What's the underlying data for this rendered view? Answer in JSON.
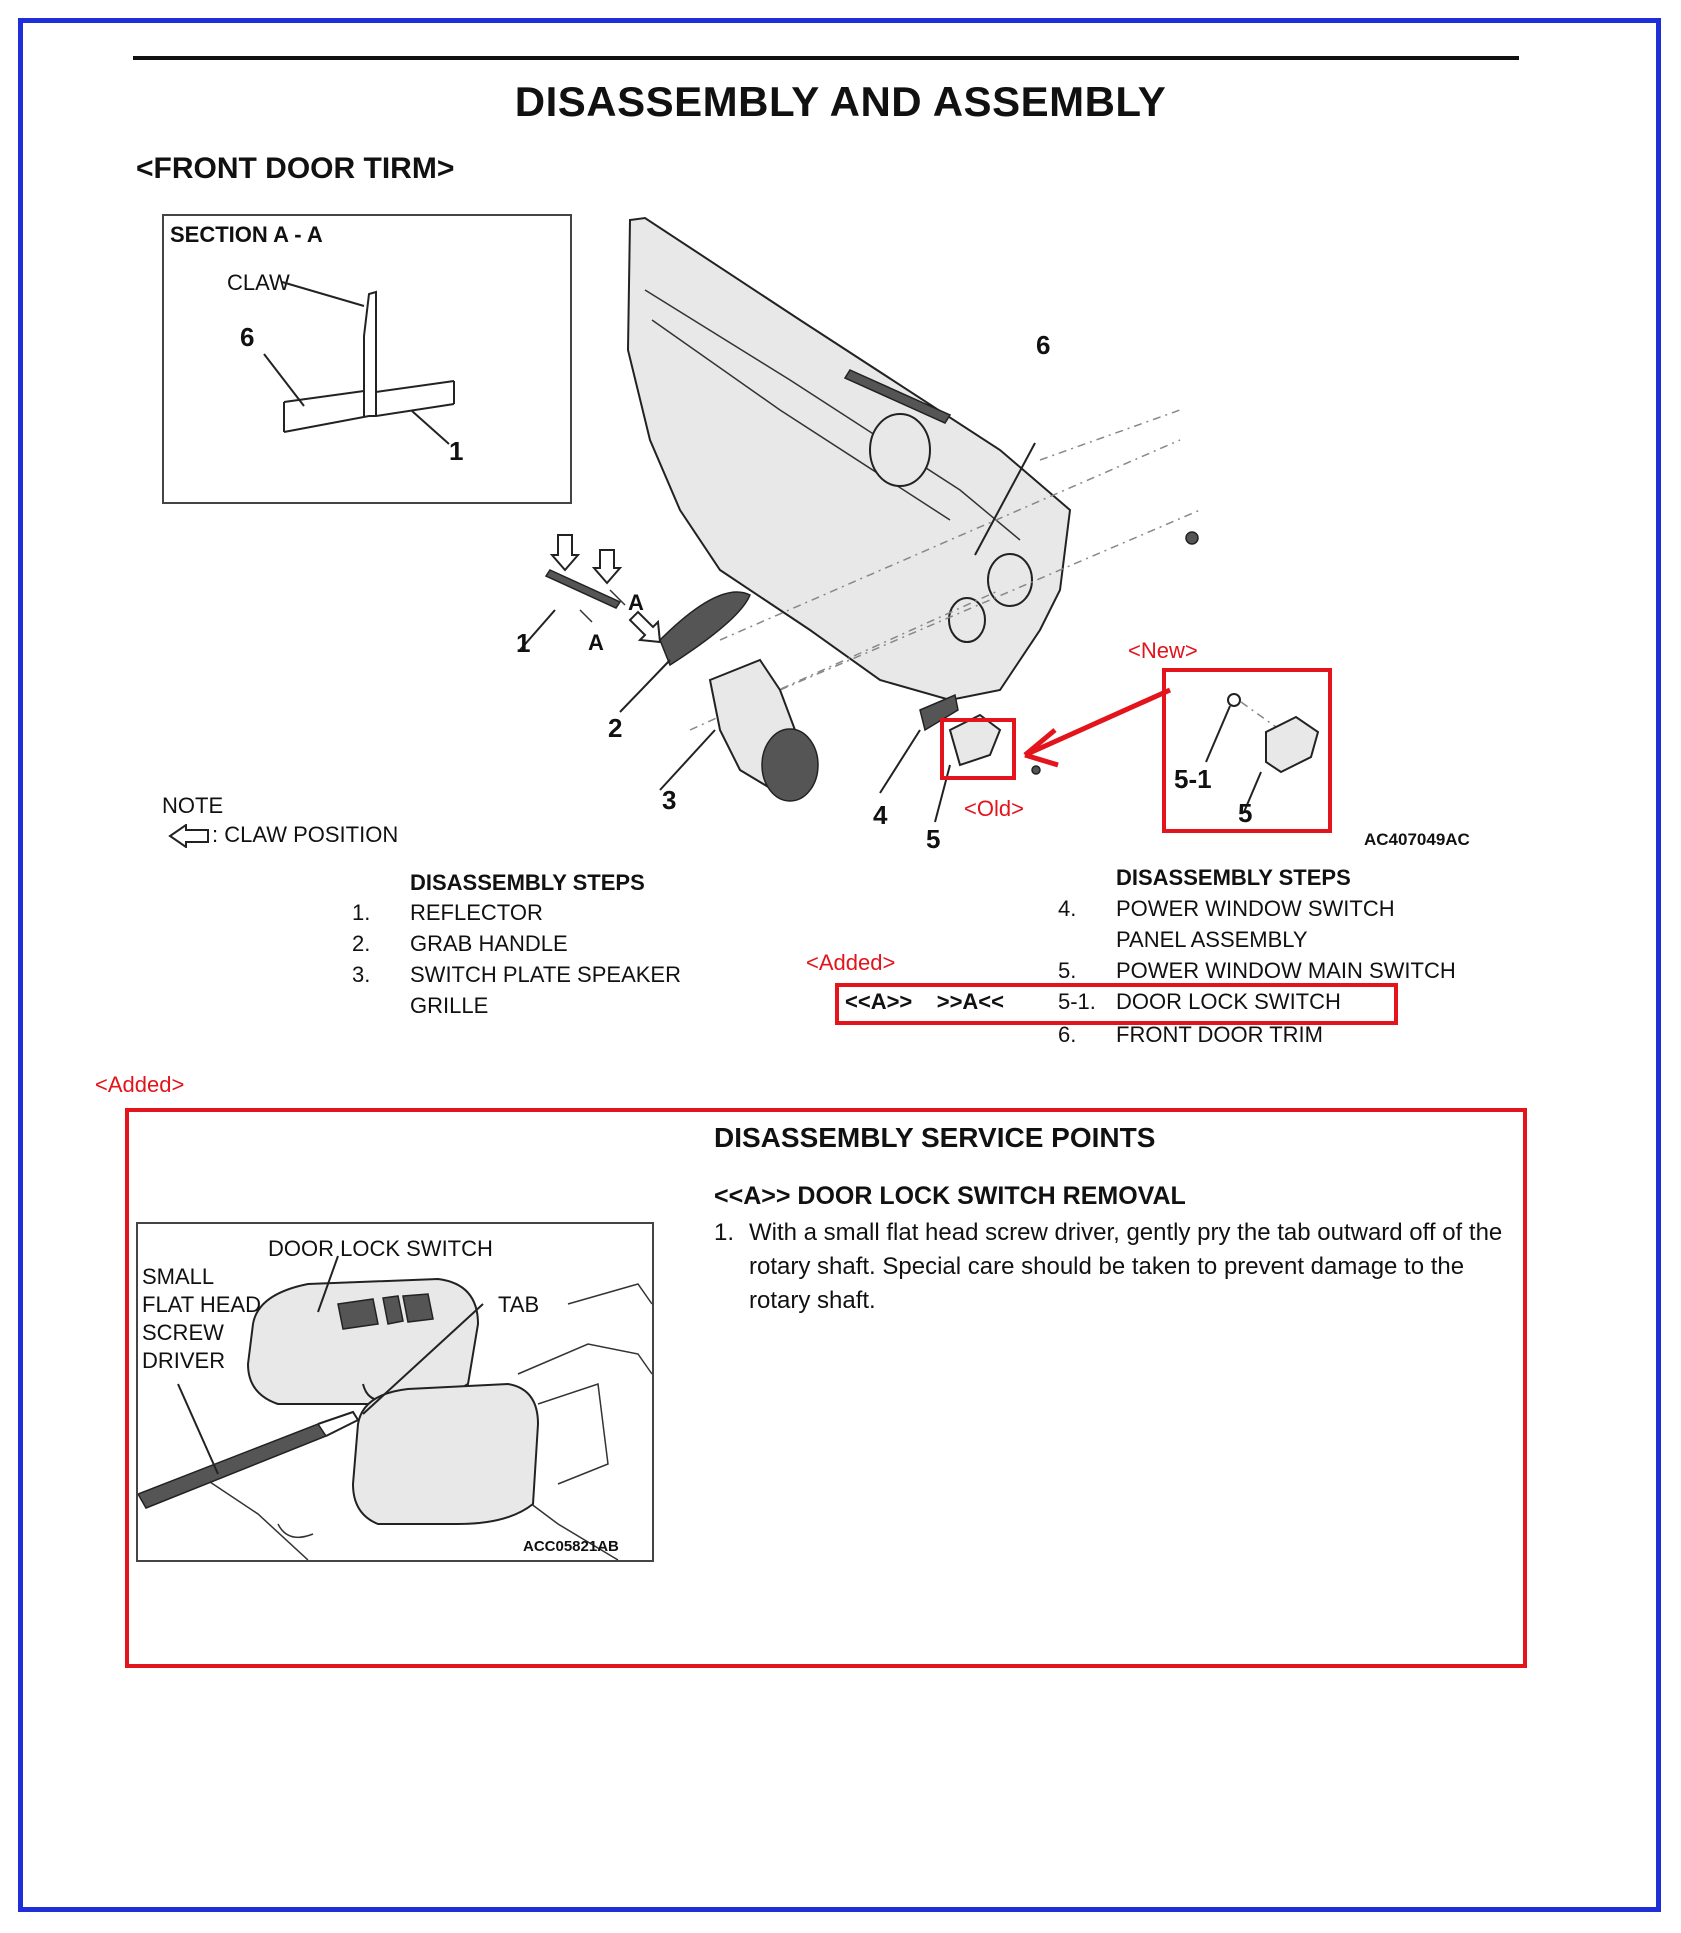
{
  "header": {
    "title": "DISASSEMBLY AND ASSEMBLY",
    "subtitle": "<FRONT DOOR TIRM>"
  },
  "section_view": {
    "title": "SECTION A - A",
    "claw_label": "CLAW",
    "callout_6": "6",
    "callout_1": "1"
  },
  "diagram": {
    "callouts": {
      "c1": "1",
      "c2": "2",
      "c3": "3",
      "c4": "4",
      "c5": "5",
      "c6": "6",
      "a_upper": "A",
      "a_lower": "A",
      "new_5_1": "5-1",
      "new_5": "5"
    },
    "new_label": "<New>",
    "old_label": "<Old>",
    "figure_code": "AC407049AC"
  },
  "note": {
    "heading": "NOTE",
    "claw_position": ": CLAW POSITION"
  },
  "steps_left": {
    "title": "DISASSEMBLY STEPS",
    "items": [
      {
        "num": "1.",
        "text": "REFLECTOR"
      },
      {
        "num": "2.",
        "text": "GRAB HANDLE"
      },
      {
        "num": "3.",
        "text": "SWITCH PLATE SPEAKER"
      },
      {
        "num": "",
        "text": "GRILLE"
      }
    ]
  },
  "steps_right": {
    "title": "DISASSEMBLY STEPS",
    "added_label": "<Added>",
    "items": [
      {
        "prefix": "",
        "num": "4.",
        "text": "POWER WINDOW SWITCH"
      },
      {
        "prefix": "",
        "num": "",
        "text": "PANEL ASSEMBLY"
      },
      {
        "prefix": "",
        "num": "5.",
        "text": "POWER WINDOW MAIN SWITCH"
      },
      {
        "prefix": "<<A>>    >>A<<",
        "num": "5-1.",
        "text": "DOOR LOCK SWITCH"
      },
      {
        "prefix": "",
        "num": "6.",
        "text": "FRONT DOOR TRIM"
      }
    ]
  },
  "service": {
    "added_label": "<Added>",
    "title": "DISASSEMBLY SERVICE POINTS",
    "subtitle": "<<A>> DOOR LOCK SWITCH REMOVAL",
    "step_num": "1.",
    "step_text": "With a small flat head screw driver, gently pry the tab outward off of the rotary shaft. Special care should be taken to prevent damage to the rotary shaft.",
    "figure": {
      "door_lock_switch": "DOOR LOCK SWITCH",
      "small": "SMALL",
      "flat_head": "FLAT HEAD",
      "screw": "SCREW",
      "driver": "DRIVER",
      "tab": "TAB",
      "code": "ACC05821AB"
    }
  },
  "colors": {
    "frame_border": "#1f2ed6",
    "annotation_red": "#e3141b"
  }
}
